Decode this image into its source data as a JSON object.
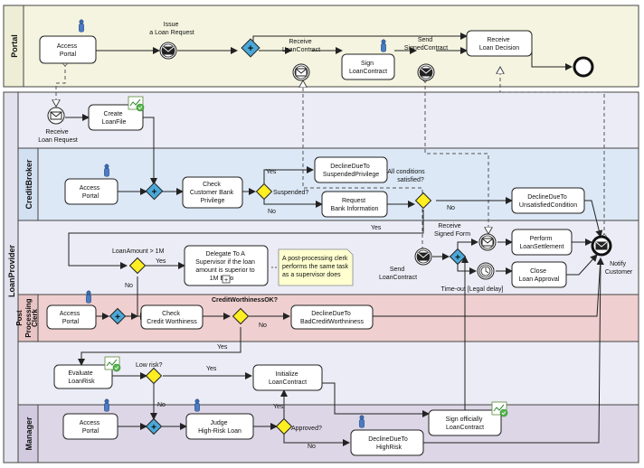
{
  "pools": {
    "portal": "Portal",
    "loan_provider": "LoanProvider"
  },
  "lanes": {
    "credit_broker": "CreditBroker",
    "post_processing_clerk_line1": "Post",
    "post_processing_clerk_line2": "Processing",
    "post_processing_clerk_line3": "Clerk",
    "manager": "Manager"
  },
  "tasks": {
    "portal_access": [
      "Access",
      "Portal"
    ],
    "sign_contract": [
      "Sign",
      "LoanContract"
    ],
    "receive_decision": [
      "Receive",
      "Loan Decision"
    ],
    "create_loanfile": [
      "Create",
      "LoanFile"
    ],
    "cb_access": [
      "Access",
      "Portal"
    ],
    "check_privilege": [
      "Check",
      "Customer Bank",
      "Privilege"
    ],
    "decline_suspended": [
      "DeclineDueTo",
      "SuspendedPrivilege"
    ],
    "request_bank_info": [
      "Request",
      "Bank Information"
    ],
    "decline_unsatisfied": [
      "DeclineDueTo",
      "UnsatisfiedCondition"
    ],
    "delegate": [
      "Delegate To A",
      "Supervisor if the loan",
      "amount is superior to",
      "1M Euro"
    ],
    "perform_settlement": [
      "Perform",
      "LoanSettlement"
    ],
    "close_approval": [
      "Close",
      "Loan Approval"
    ],
    "pp_access": [
      "Access",
      "Portal"
    ],
    "check_worthiness": [
      "Check",
      "Credit Worthiness"
    ],
    "decline_worthiness": [
      "DeclineDueTo",
      "BadCreditWorthniness"
    ],
    "evaluate_risk": [
      "Evaluate",
      "LoanRisk"
    ],
    "init_contract": [
      "Initialize",
      "LoanContract"
    ],
    "sign_officially": [
      "Sign officially",
      "LoanContract"
    ],
    "mgr_access": [
      "Access",
      "Portal"
    ],
    "judge_risk": [
      "Judge",
      "High-Risk Loan"
    ],
    "decline_highrisk": [
      "DeclineDueTo",
      "HighRisk"
    ]
  },
  "events": {
    "issue_request": [
      "Issue",
      "a Loan Request"
    ],
    "receive_contract": [
      "Receive",
      "LoanContract"
    ],
    "send_signed": [
      "Send",
      "SignedContract"
    ],
    "receive_request": [
      "Receive",
      "Loan Request"
    ],
    "receive_signed_form": [
      "Receive",
      "Signed Form"
    ],
    "send_contract": [
      "Send",
      "LoanContract"
    ],
    "timeout": "Time-out [Legal delay]",
    "notify": [
      "Notify",
      "Customer"
    ]
  },
  "annotation": [
    "A post-processing clerk",
    "performs the same task",
    "as a supervisor does"
  ],
  "labels": {
    "suspended_q": "Suspended?",
    "yes1": "Yes",
    "no1": "No",
    "all_conditions": [
      "All conditions",
      "satisfied?"
    ],
    "no2": "No",
    "yes2": "Yes",
    "loan_amount": "LoanAmount > 1M",
    "yes3": "Yes",
    "no3": "No",
    "credit_ok_q": "CreditWorthinessOK?",
    "no4": "No",
    "yes4": "Yes",
    "low_risk_q": "Low risk?",
    "yes5": "Yes",
    "no5": "No",
    "approved_q": "Approved?",
    "yes6": "Yes",
    "no6": "No"
  },
  "colors": {
    "portal_bg": "#f4f4e0",
    "credit_broker_bg": "#dce8f6",
    "clerk_bg": "#efcfcf",
    "manager_bg": "#dcd6e6",
    "gateway_xor": "#ffee22",
    "gateway_and": "#4aa8d8"
  }
}
